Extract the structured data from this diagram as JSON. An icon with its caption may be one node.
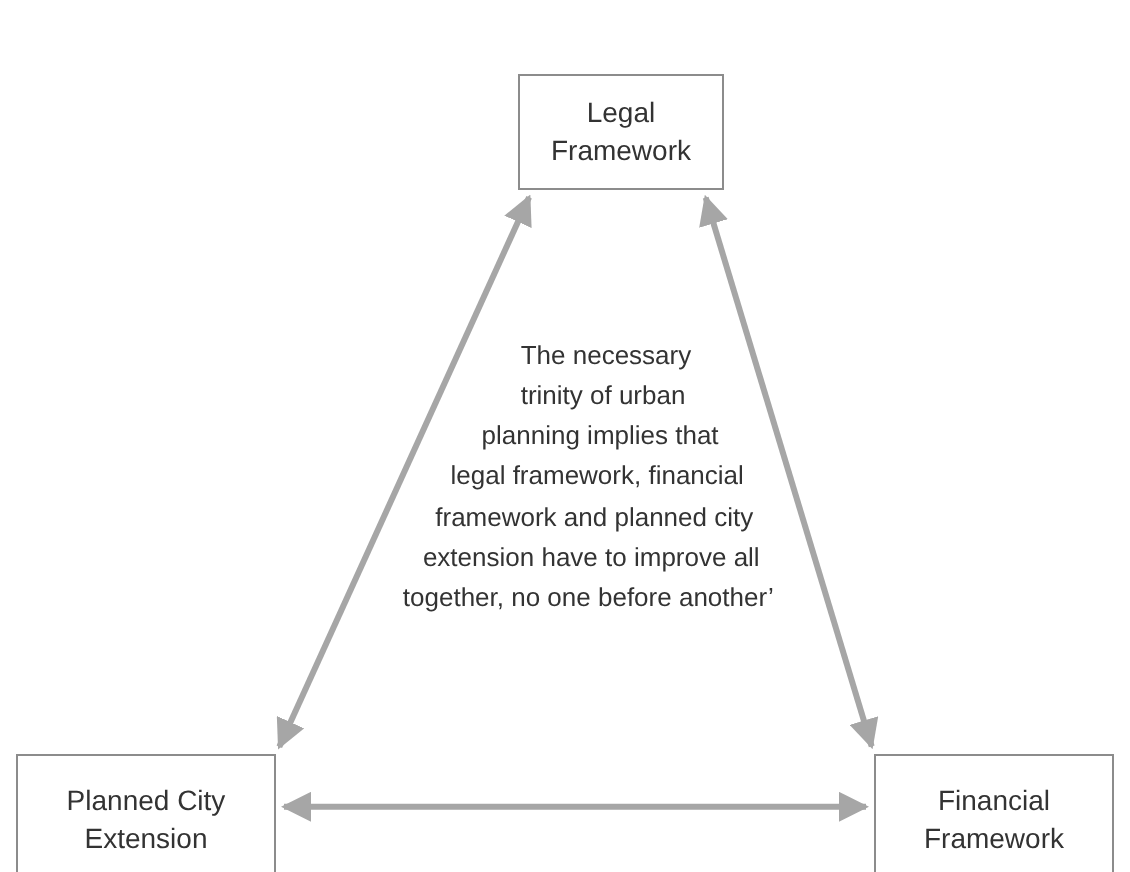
{
  "diagram": {
    "nodes": [
      {
        "text": [
          "Legal Framework"
        ]
      },
      {
        "text": [
          "Planned City Extension"
        ]
      },
      {
        "text": [
          "Financial Framework"
        ]
      }
    ],
    "edges": [
      {
        "from": 0,
        "to": 1,
        "arrow": "both"
      },
      {
        "from": 0,
        "to": 2,
        "arrow": "both"
      },
      {
        "from": 1,
        "to": 2,
        "arrow": "both"
      }
    ],
    "labels": [
      "The necessary trinity of urban planning implies that legal framework, financial framework and planned city extension have to improve all together, no one before another’"
    ]
  }
}
